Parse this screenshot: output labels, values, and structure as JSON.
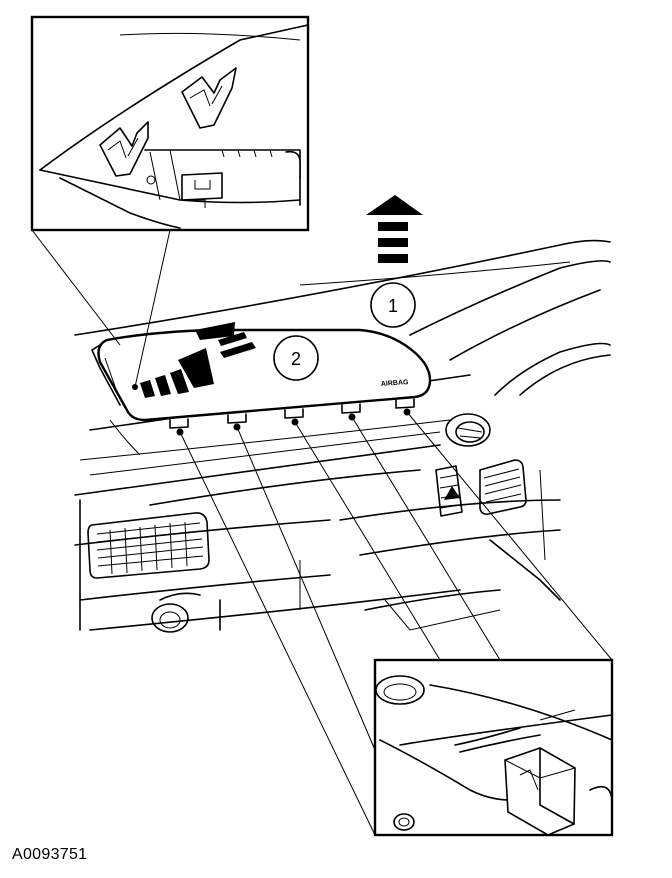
{
  "figure_id": "A0093751",
  "callouts": [
    {
      "label": "1"
    },
    {
      "label": "2"
    }
  ],
  "panel_marking": "AIRBAG"
}
